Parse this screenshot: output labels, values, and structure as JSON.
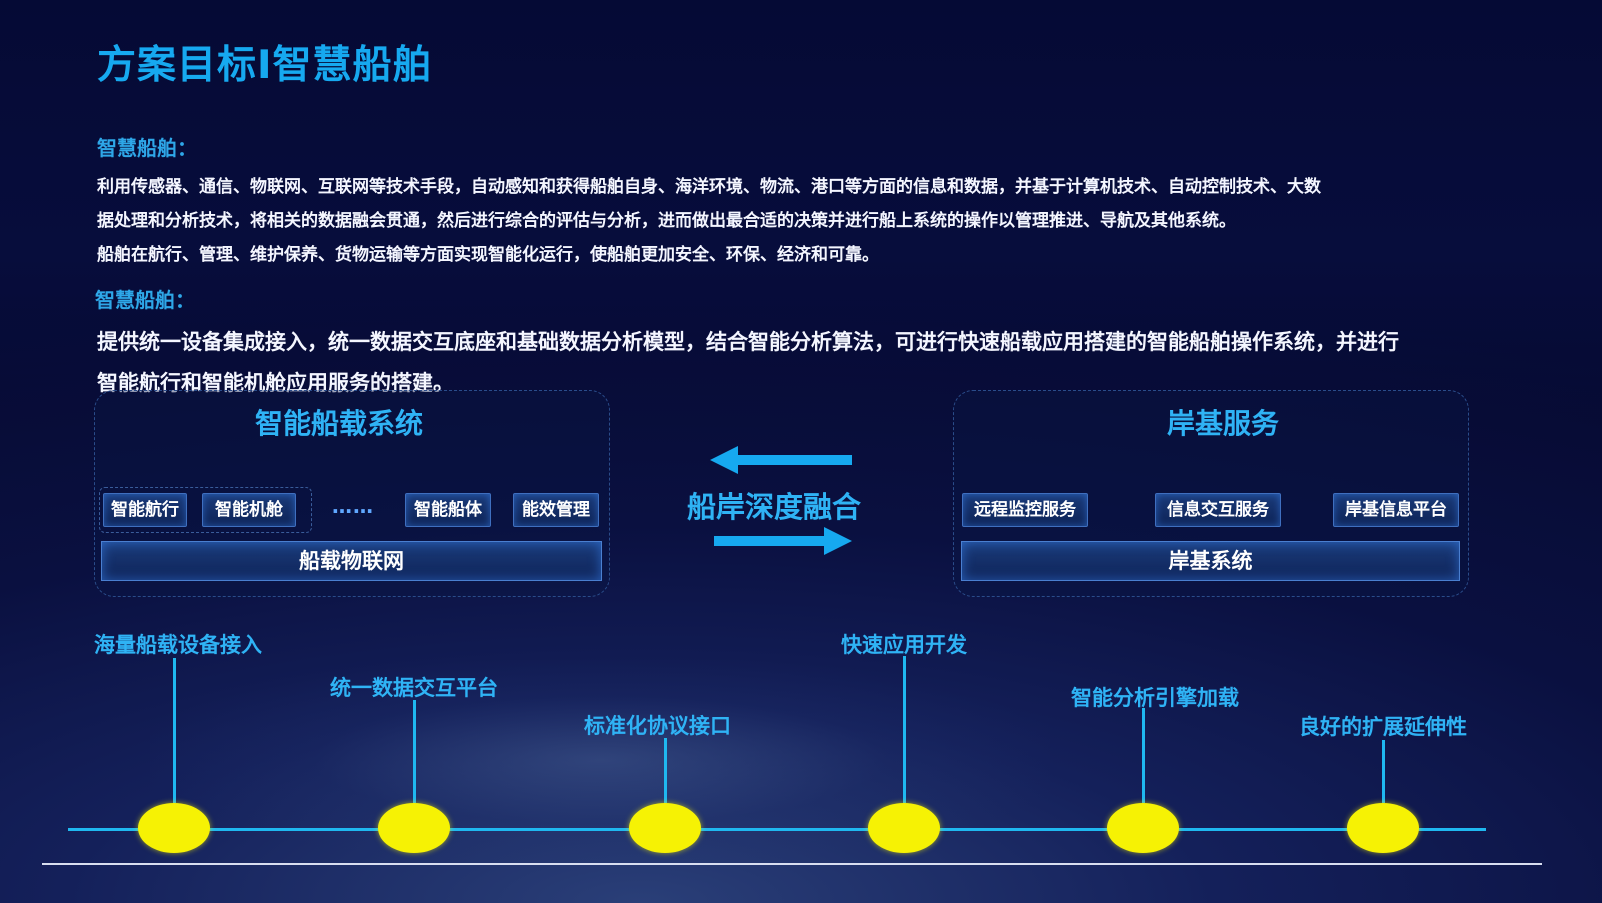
{
  "title": "方案目标I智慧船舶",
  "intro": {
    "heading1": "智慧船舶：",
    "line1": "利用传感器、通信、物联网、互联网等技术手段，自动感知和获得船舶自身、海洋环境、物流、港口等方面的信息和数据，并基于计算机技术、自动控制技术、大数",
    "line2": "据处理和分析技术，将相关的数据融会贯通，然后进行综合的评估与分析，进而做出最合适的决策并进行船上系统的操作以管理推进、导航及其他系统。",
    "line3": "船舶在航行、管理、维护保养、货物运输等方面实现智能化运行，使船舶更加安全、环保、经济和可靠。",
    "heading2": "智慧船舶：",
    "big1": "提供统一设备集成接入，统一数据交互底座和基础数据分析模型，结合智能分析算法，可进行快速船载应用搭建的智能船舶操作系统，并进行",
    "big2": "智能航行和智能机舱应用服务的搭建。"
  },
  "ship_panel": {
    "title": "智能船载系统",
    "chips": [
      "智能航行",
      "智能机舱",
      "智能船体",
      "能效管理"
    ],
    "ellipsis": "……",
    "base": "船载物联网"
  },
  "center": {
    "label": "船岸深度融合"
  },
  "shore_panel": {
    "title": "岸基服务",
    "chips": [
      "远程监控服务",
      "信息交互服务",
      "岸基信息平台"
    ],
    "base": "岸基系统"
  },
  "timeline": {
    "items": [
      "海量船载设备接入",
      "统一数据交互平台",
      "标准化协议接口",
      "快速应用开发",
      "智能分析引擎加载",
      "良好的扩展延伸性"
    ]
  },
  "colors": {
    "accent": "#16a9f0",
    "dot": "#f6f204",
    "line": "#1fb8f0",
    "background": "#0a0f3a"
  }
}
